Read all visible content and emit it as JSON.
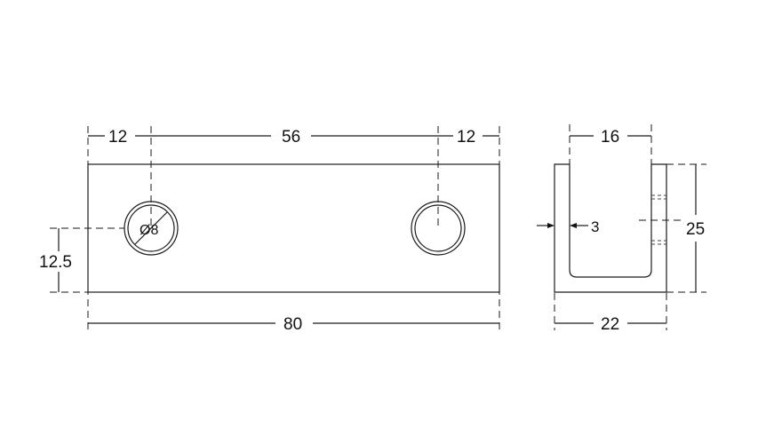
{
  "drawing": {
    "front_view": {
      "dim_left_offset": "12",
      "dim_hole_spacing": "56",
      "dim_right_offset": "12",
      "dim_total_length": "80",
      "dim_hole_height": "12.5",
      "dim_hole_diameter": "Ø8"
    },
    "side_view": {
      "dim_inner_width": "16",
      "dim_outer_width": "22",
      "dim_height": "25",
      "dim_wall_thickness": "3"
    },
    "line_color": "#1a1a1a"
  }
}
